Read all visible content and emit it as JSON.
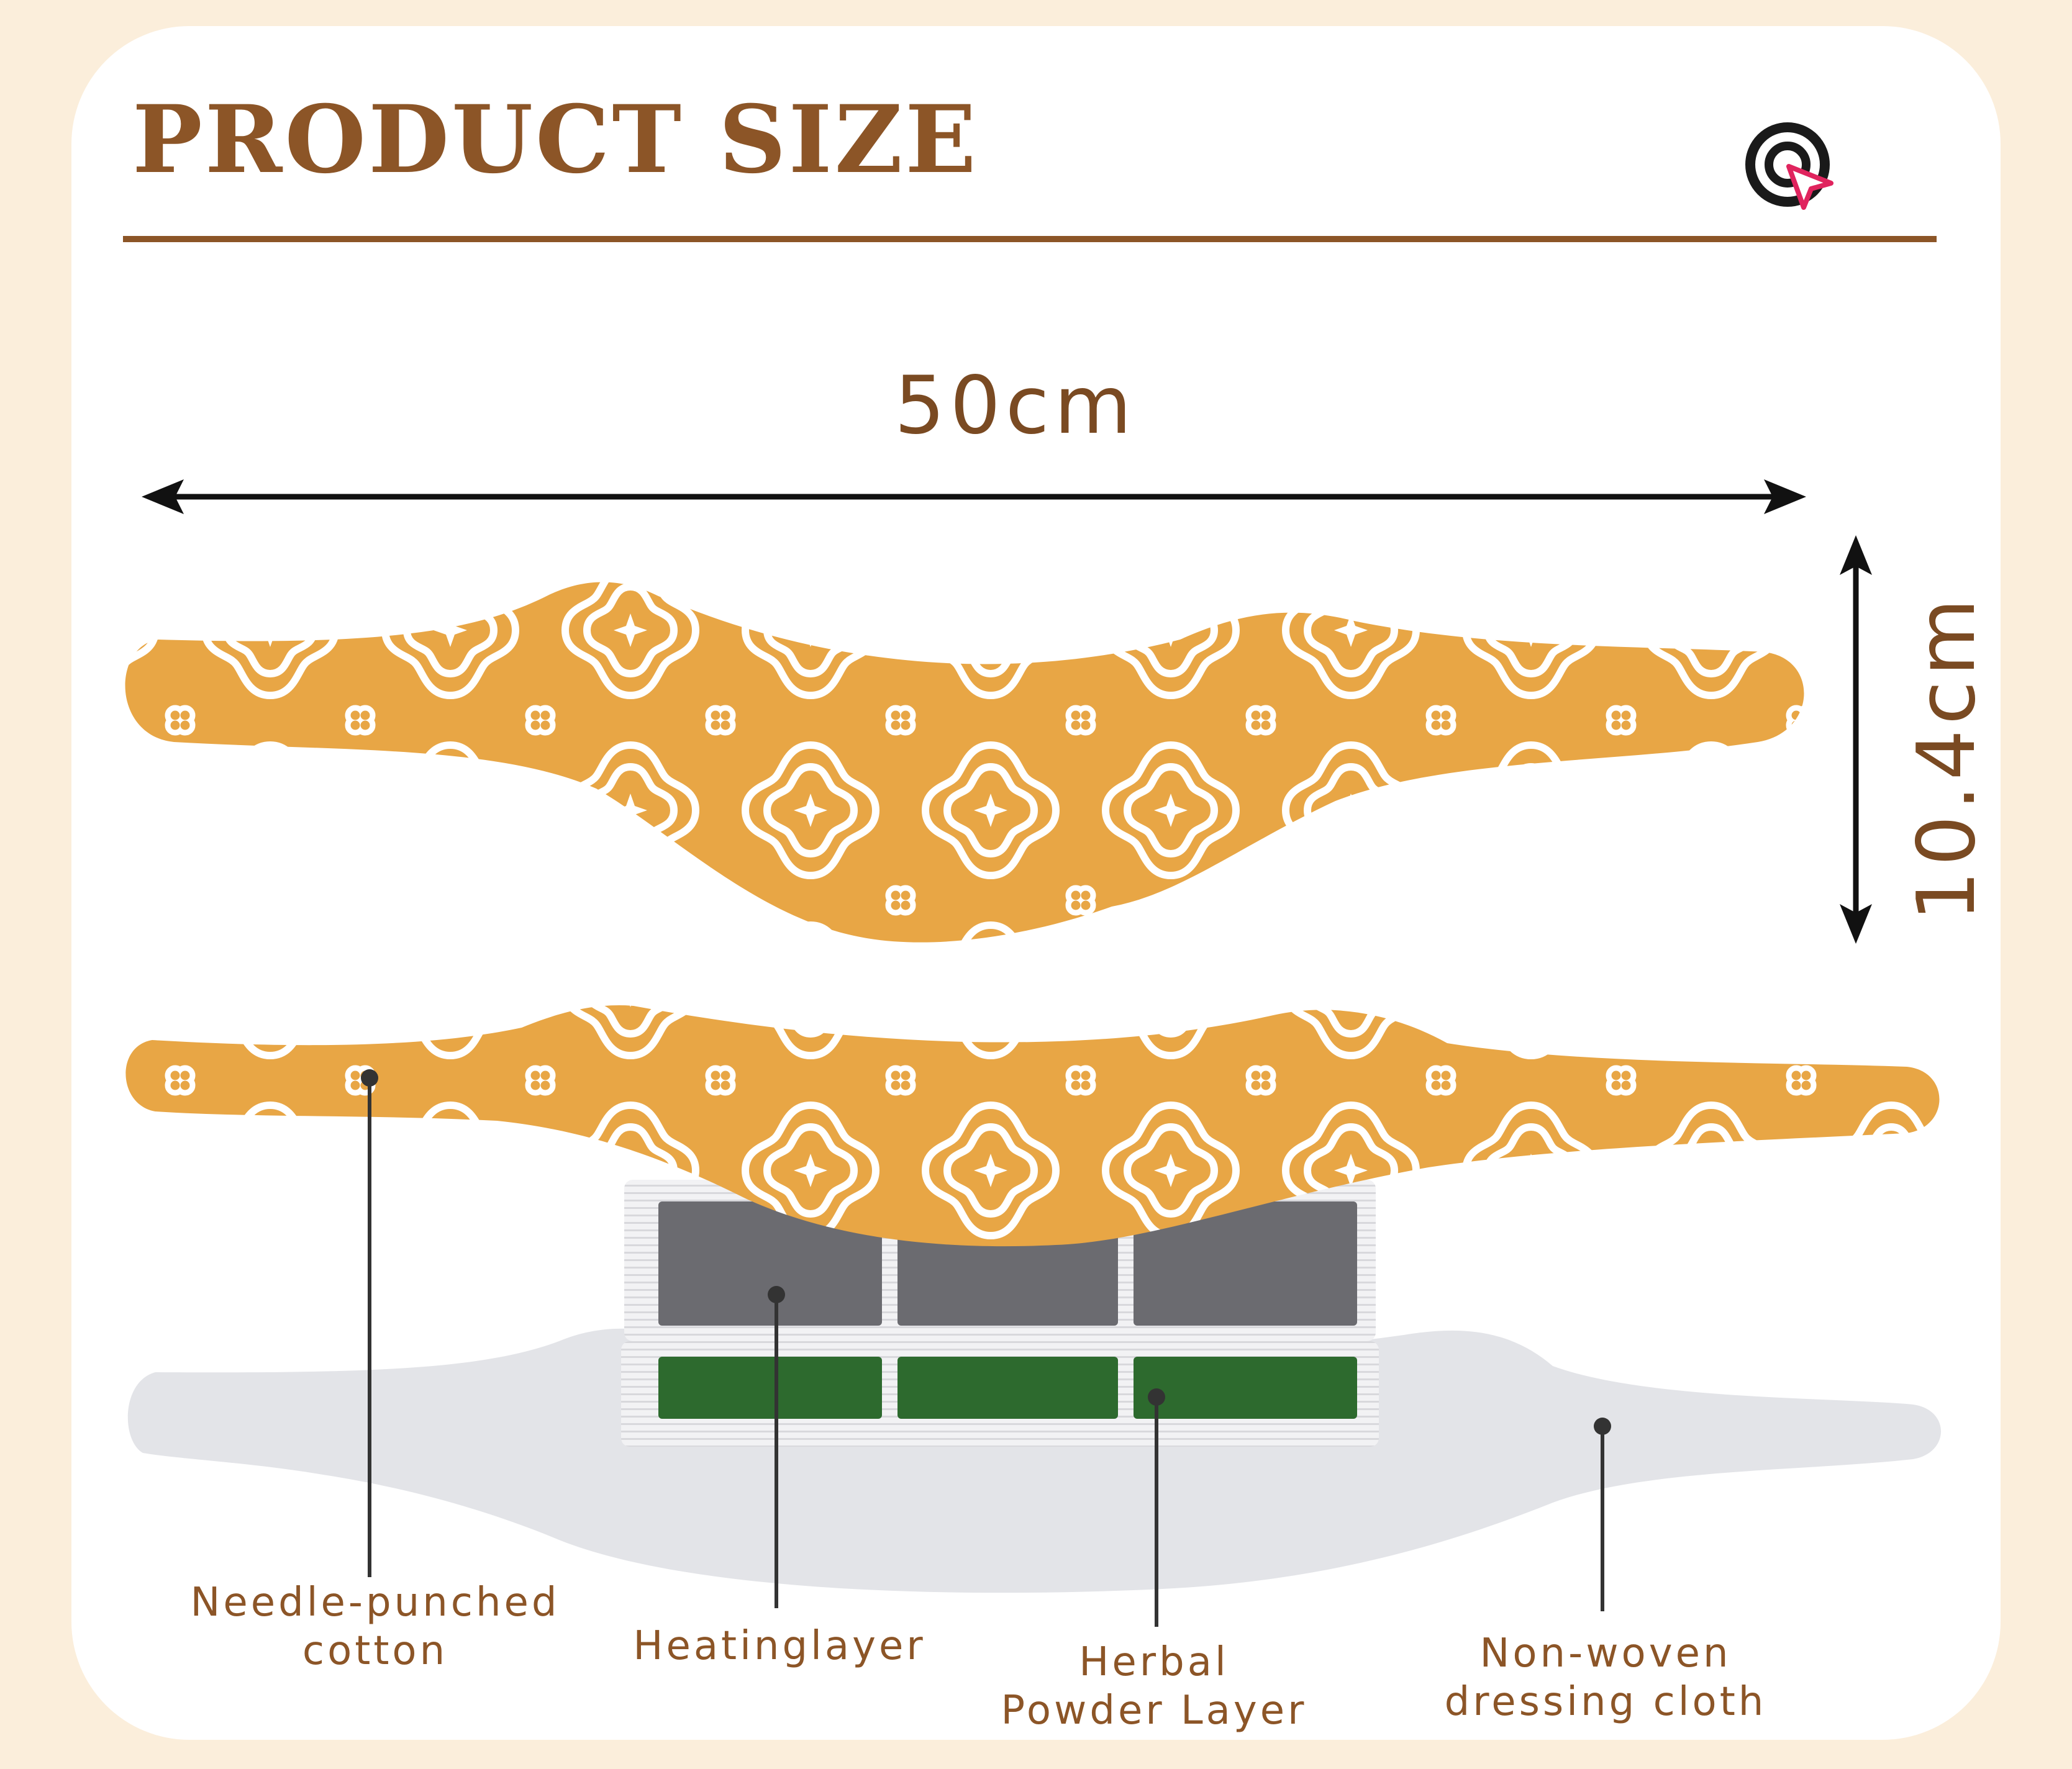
{
  "title": "PRODUCT SIZE",
  "dimensions": {
    "width_label": "50cm",
    "height_label": "10.4cm"
  },
  "layers": [
    {
      "line1": "Needle-punched",
      "line2": "cotton"
    },
    {
      "line1": "Heatinglayer",
      "line2": ""
    },
    {
      "line1": "Herbal",
      "line2": "Powder Layer"
    },
    {
      "line1": "Non-woven",
      "line2": "dressing cloth"
    }
  ],
  "colors": {
    "background": "#fbeedb",
    "card": "#ffffff",
    "brown_text": "#8c5527",
    "patch_orange": "#e8a645",
    "heating_gray": "#6b6b70",
    "herbal_green": "#2d6a2e",
    "dressing_gray": "#e3e4e8"
  },
  "icons": {
    "brand": "target-cursor-icon"
  }
}
